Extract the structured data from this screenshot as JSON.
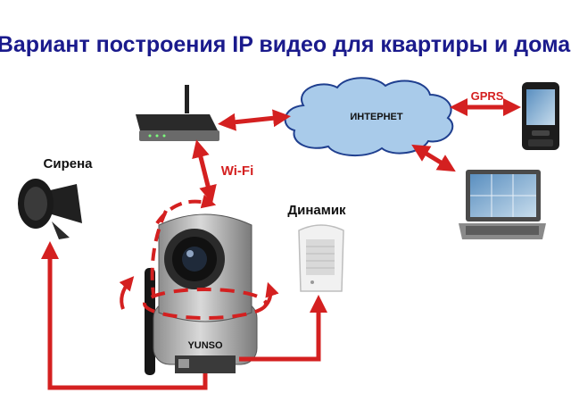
{
  "title": "Вариант построения IP видео для квартиры и дома",
  "labels": {
    "internet": "ИНТЕРНЕТ",
    "gprs": "GPRS",
    "wifi": "Wi-Fi",
    "siren": "Сирена",
    "speaker": "Динамик",
    "camera_brand": "YUNSO"
  },
  "colors": {
    "title": "#1a1a8c",
    "arrow": "#d42020",
    "cloud_fill": "#a9cbea",
    "cloud_stroke": "#1f3f8f",
    "label_text": "#111111"
  },
  "icons": {
    "router": "wifi-router-icon",
    "cloud": "internet-cloud-icon",
    "phone": "mobile-phone-icon",
    "laptop": "laptop-icon",
    "siren": "siren-horn-icon",
    "speaker": "speaker-box-icon",
    "camera": "ptz-ip-camera-icon"
  }
}
